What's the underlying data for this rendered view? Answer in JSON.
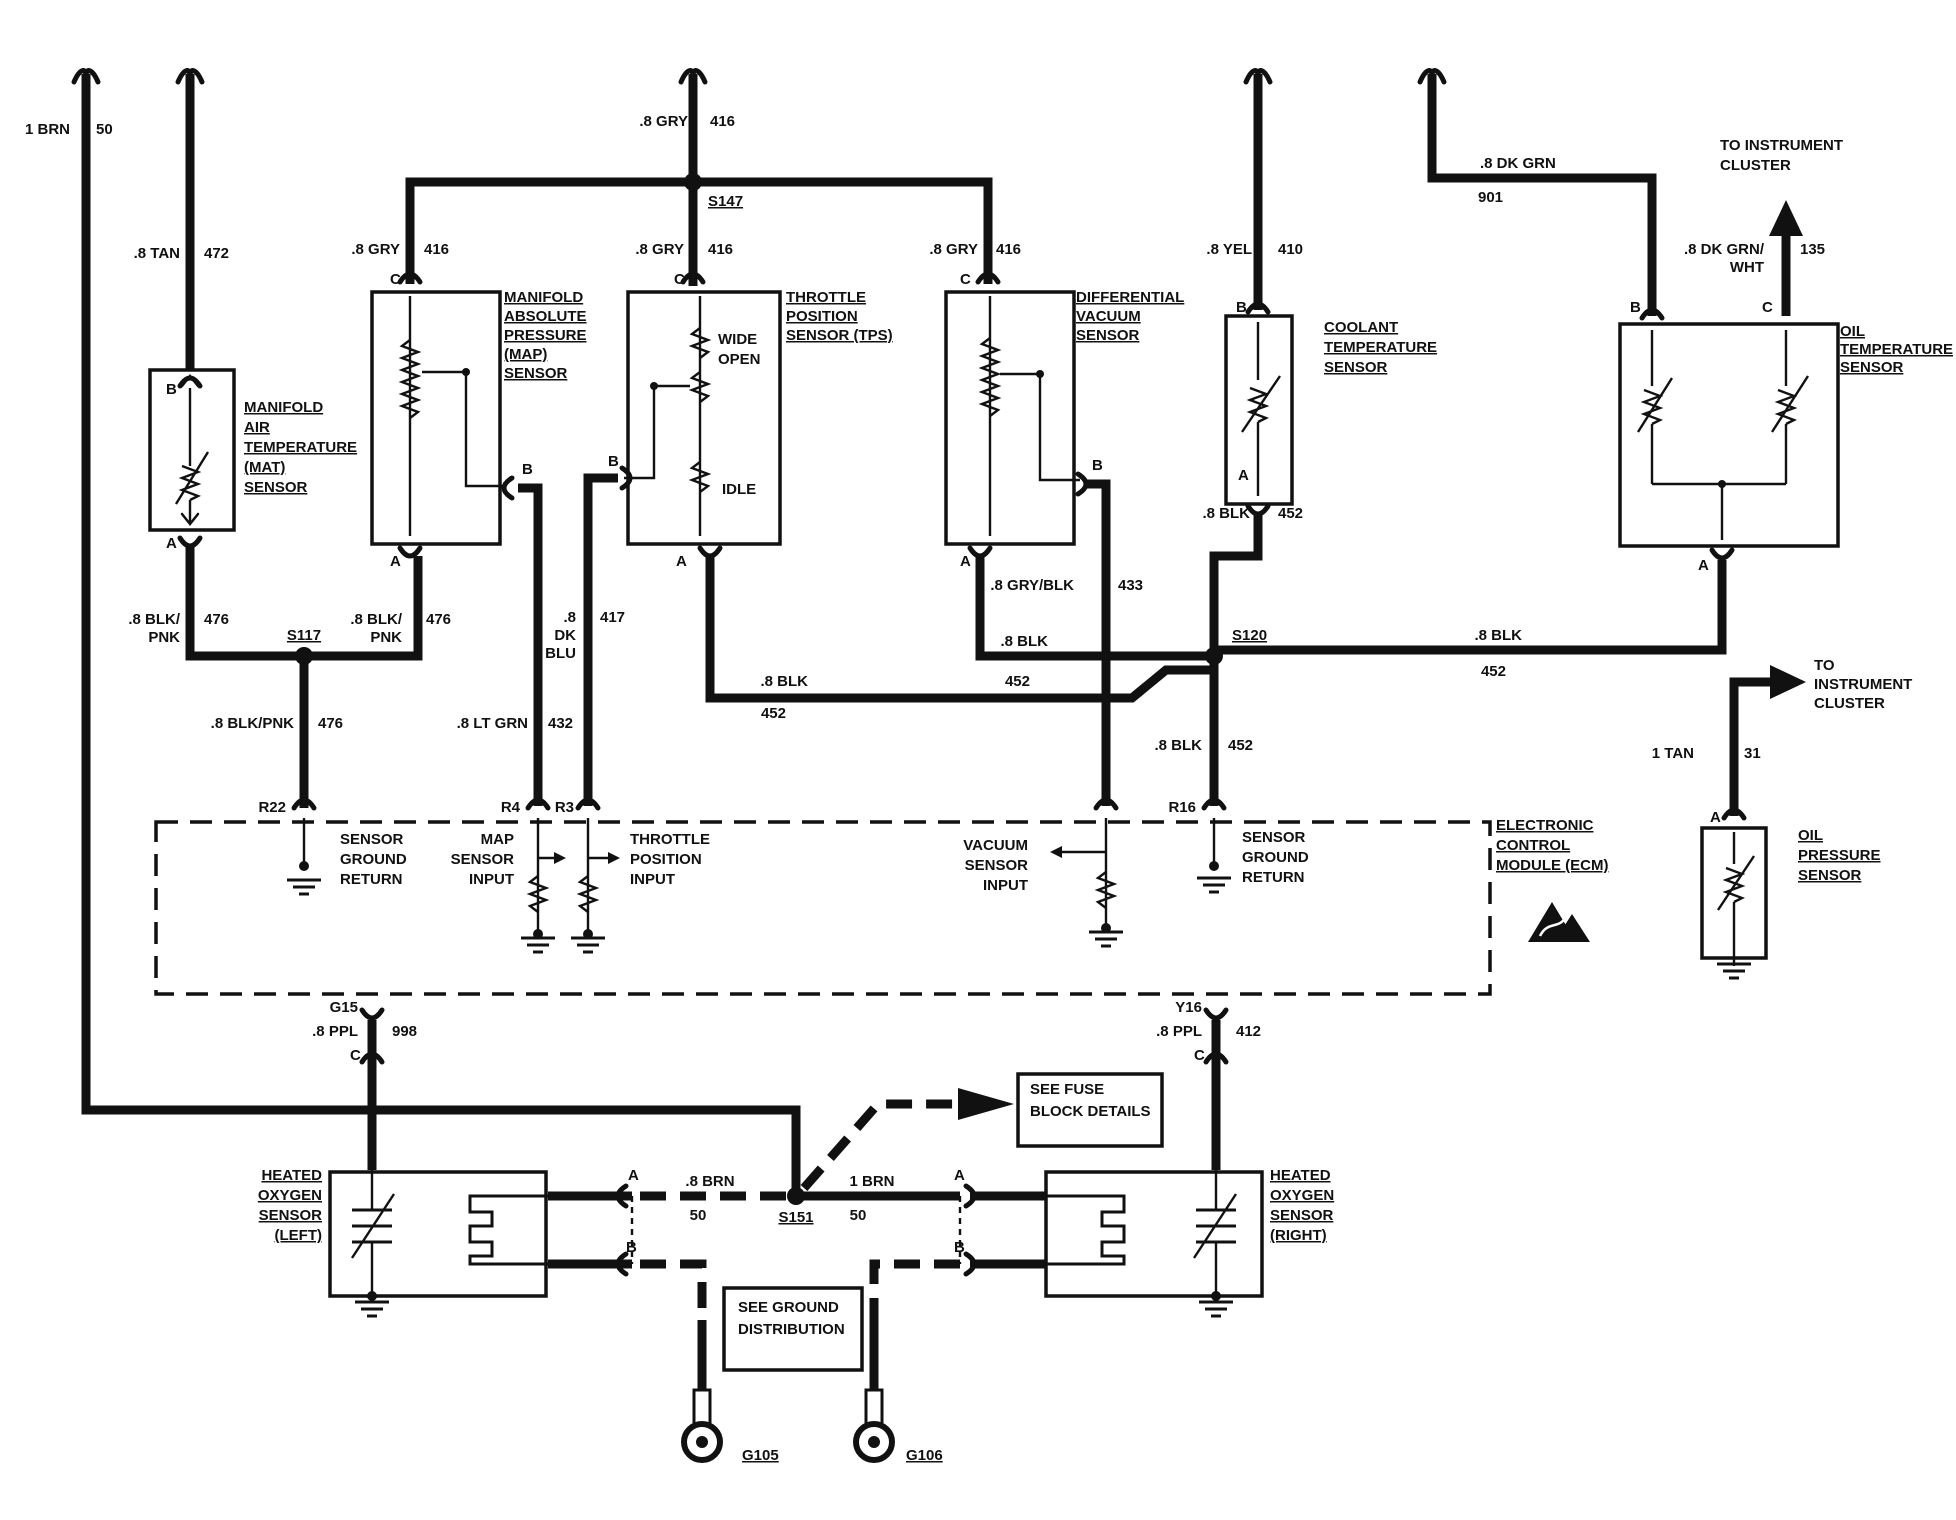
{
  "wires": {
    "brn_50_top": [
      "1 BRN",
      "50"
    ],
    "tan_472": [
      ".8 TAN",
      "472"
    ],
    "gry_416_top": [
      ".8 GRY",
      "416"
    ],
    "gry_416_map": [
      ".8 GRY",
      "416"
    ],
    "gry_416_tps": [
      ".8 GRY",
      "416"
    ],
    "gry_416_dvs": [
      ".8 GRY",
      "416"
    ],
    "yel_410": [
      ".8 YEL",
      "410"
    ],
    "dkgrn_901": [
      ".8 DK GRN",
      "901"
    ],
    "dkgrnwht_135": [
      ".8 DK GRN/",
      "WHT",
      "135"
    ],
    "blkpnk_476_a": [
      ".8 BLK/",
      "PNK",
      "476"
    ],
    "blkpnk_476_b": [
      ".8 BLK/",
      "PNK",
      "476"
    ],
    "blkpnk_476_c": [
      ".8 BLK/PNK",
      "476"
    ],
    "ltgrn_432": [
      ".8 LT GRN",
      "432"
    ],
    "dkblu_417": [
      ".8",
      "DK",
      "BLU",
      "417"
    ],
    "blk_452_tps": [
      ".8 BLK",
      "452"
    ],
    "blk_452_dvs": [
      ".8 BLK",
      "452"
    ],
    "gryblk_433": [
      ".8 GRY/BLK",
      "433"
    ],
    "blk_452_cts": [
      ".8 BLK",
      "452"
    ],
    "blk_452_oil": [
      ".8 BLK",
      "452"
    ],
    "blk_452_ecm": [
      ".8 BLK",
      "452"
    ],
    "tan_31": [
      "1 TAN",
      "31"
    ],
    "ppl_998": [
      ".8 PPL",
      "998"
    ],
    "ppl_412": [
      ".8 PPL",
      "412"
    ],
    "brn_50_left": [
      ".8 BRN",
      "50"
    ],
    "brn_50_right": [
      "1 BRN",
      "50"
    ]
  },
  "splices": {
    "s147": "S147",
    "s117": "S117",
    "s120": "S120",
    "s151": "S151"
  },
  "components": {
    "mat": [
      "MANIFOLD",
      "AIR",
      "TEMPERATURE",
      "(MAT)",
      "SENSOR"
    ],
    "map": [
      "MANIFOLD",
      "ABSOLUTE",
      "PRESSURE",
      "(MAP)",
      "SENSOR"
    ],
    "tps": [
      "THROTTLE",
      "POSITION",
      "SENSOR (TPS)"
    ],
    "dvs": [
      "DIFFERENTIAL",
      "VACUUM",
      "SENSOR"
    ],
    "cts": [
      "COOLANT",
      "TEMPERATURE",
      "SENSOR"
    ],
    "oil_temp": [
      "OIL",
      "TEMPERATURE",
      "SENSOR"
    ],
    "oil_press": [
      "OIL",
      "PRESSURE",
      "SENSOR"
    ],
    "ecm": [
      "ELECTRONIC",
      "CONTROL",
      "MODULE (ECM)"
    ],
    "ho2s_left": [
      "HEATED",
      "OXYGEN",
      "SENSOR",
      "(LEFT)"
    ],
    "ho2s_right": [
      "HEATED",
      "OXYGEN",
      "SENSOR",
      "(RIGHT)"
    ]
  },
  "tps_labels": {
    "wide_open": [
      "WIDE",
      "OPEN"
    ],
    "idle": "IDLE"
  },
  "ecm_labels": {
    "sensor_ground_left": [
      "SENSOR",
      "GROUND",
      "RETURN"
    ],
    "map_input": [
      "MAP",
      "SENSOR",
      "INPUT"
    ],
    "tps_input": [
      "THROTTLE",
      "POSITION",
      "INPUT"
    ],
    "vacuum_input": [
      "VACUUM",
      "SENSOR",
      "INPUT"
    ],
    "sensor_ground_right": [
      "SENSOR",
      "GROUND",
      "RETURN"
    ]
  },
  "destinations": {
    "instrument_cluster_top": [
      "TO INSTRUMENT",
      "CLUSTER"
    ],
    "instrument_cluster_right": [
      "TO",
      "INSTRUMENT",
      "CLUSTER"
    ],
    "fuse_block": [
      "SEE FUSE",
      "BLOCK DETAILS"
    ],
    "ground_dist": [
      "SEE GROUND",
      "DISTRIBUTION"
    ]
  },
  "pins": {
    "mat_b": "B",
    "mat_a": "A",
    "map_c": "C",
    "map_b": "B",
    "map_a": "A",
    "tps_c": "C",
    "tps_b": "B",
    "tps_a": "A",
    "dvs_c": "C",
    "dvs_b": "B",
    "dvs_a": "A",
    "cts_b": "B",
    "cts_a": "A",
    "oil_b": "B",
    "oil_c": "C",
    "oil_a": "A",
    "op_a": "A",
    "ecm_r22": "R22",
    "ecm_r4": "R4",
    "ecm_r3": "R3",
    "ecm_r16": "R16",
    "ecm_g15": "G15",
    "ecm_y16": "Y16",
    "ho2l_c": "C",
    "ho2r_c": "C",
    "ho2l_a": "A",
    "ho2l_b": "B",
    "ho2r_a": "A",
    "ho2r_b": "B"
  },
  "grounds": {
    "g105": "G105",
    "g106": "G106"
  }
}
